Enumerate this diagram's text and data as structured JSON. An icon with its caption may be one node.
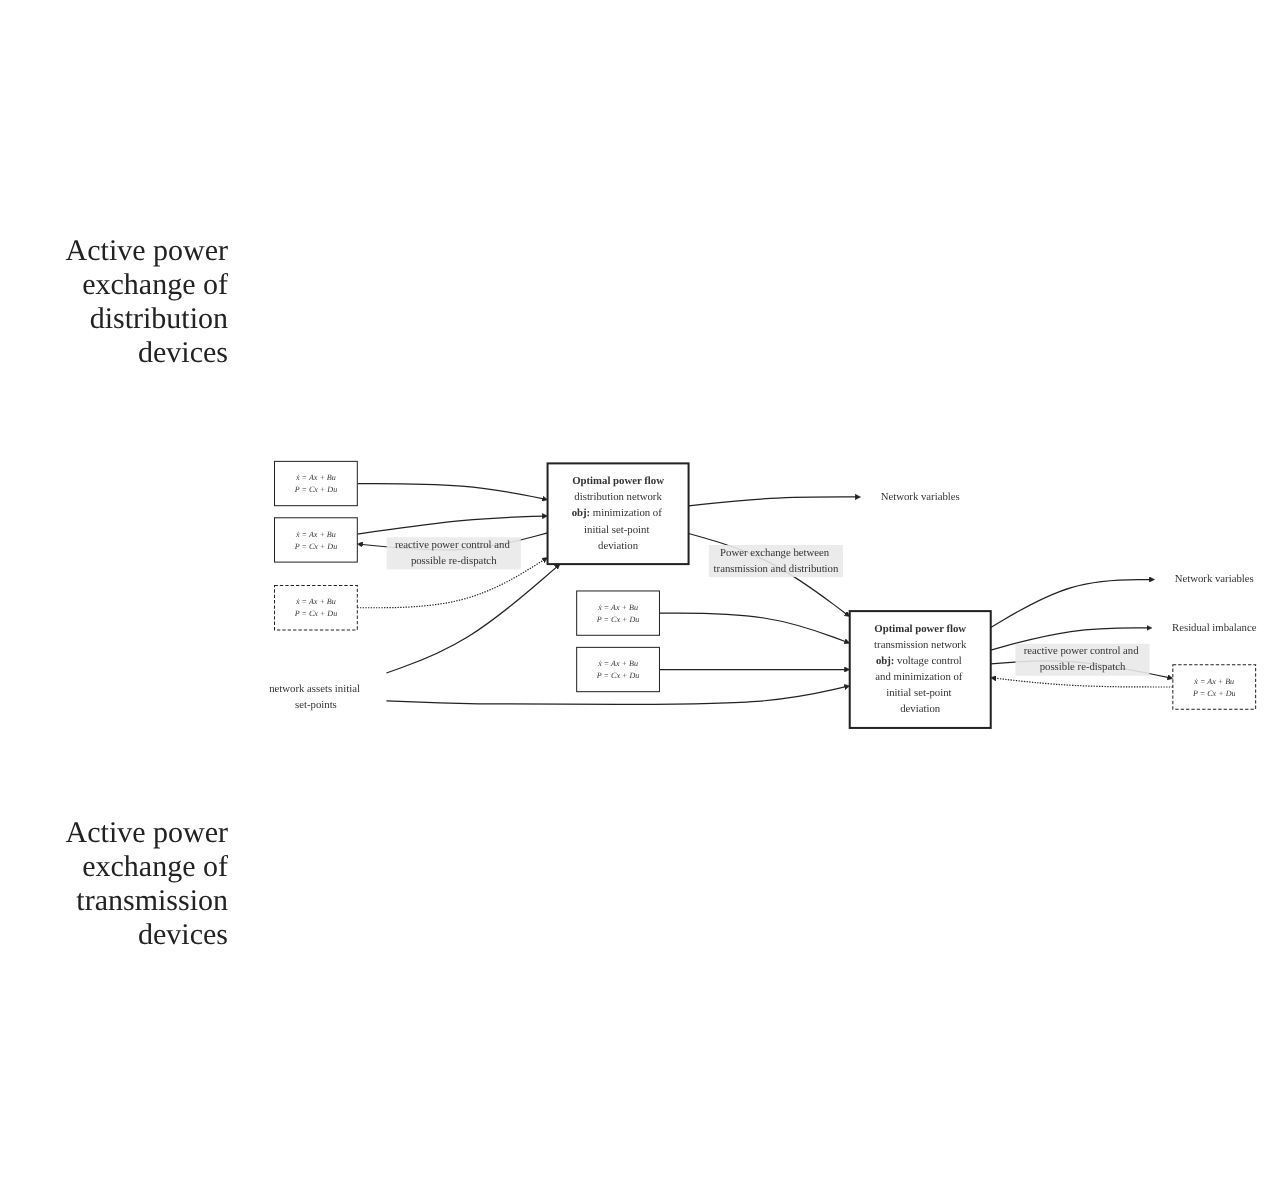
{
  "diagram": {
    "nodes": [
      {
        "text": [
          "ẋ = Ax + Bu",
          "P = Cx + Du"
        ]
      },
      {
        "text": [
          "ẋ = Ax + Bu",
          "P = Cx + Du"
        ]
      },
      {
        "text": [
          "ẋ = Ax + Bu",
          "P = Cx + Du"
        ]
      },
      {
        "text": [
          "network assets initial set-points"
        ]
      },
      {
        "text": [
          "Optimal power flow",
          "distribution network",
          "**obj:** minimization of initial set-point deviation"
        ]
      },
      {
        "text": [
          "Network variables"
        ]
      },
      {
        "text": [
          "Optimal power flow",
          "transmission network",
          "**obj:** voltage control and minimization of initial set-point deviation"
        ]
      },
      {
        "text": [
          "ẋ = Ax + Bu",
          "P = Cx + Du"
        ]
      },
      {
        "text": [
          "ẋ = Ax + Bu",
          "P = Cx + Du"
        ]
      },
      {
        "text": [
          "ẋ = Ax + Bu",
          "P = Cx + Du"
        ]
      },
      {
        "text": [
          "Network variables"
        ]
      },
      {
        "text": [
          "Residual imbalance"
        ]
      }
    ],
    "edges": [
      {
        "from": 0,
        "to": 4,
        "arrow": "to"
      },
      {
        "from": 1,
        "to": 4,
        "arrow": "to"
      },
      {
        "from": 2,
        "to": 4,
        "arrow": "to",
        "style": "dashed"
      },
      {
        "from": 3,
        "to": 4,
        "arrow": "to"
      },
      {
        "from": 3,
        "to": 6,
        "arrow": "to"
      },
      {
        "from": 4,
        "to": 0,
        "arrow": "to",
        "label": "reactive power control and possible re-dispatch"
      },
      {
        "from": 4,
        "to": 5,
        "arrow": "to"
      },
      {
        "from": 4,
        "to": 6,
        "arrow": "to",
        "label": "Power exchange between transmission and distribution"
      },
      {
        "from": 7,
        "to": 6,
        "arrow": "to"
      },
      {
        "from": 8,
        "to": 6,
        "arrow": "to"
      },
      {
        "from": 9,
        "to": 6,
        "arrow": "to",
        "style": "dashed"
      },
      {
        "from": 6,
        "to": 10,
        "arrow": "to"
      },
      {
        "from": 6,
        "to": 11,
        "arrow": "to"
      },
      {
        "from": 6,
        "to": 9,
        "arrow": "to",
        "label": "reactive power control and possible re-dispatch"
      }
    ],
    "labels": [
      "Active power exchange of distribution devices",
      "Active power exchange of transmission devices"
    ]
  }
}
